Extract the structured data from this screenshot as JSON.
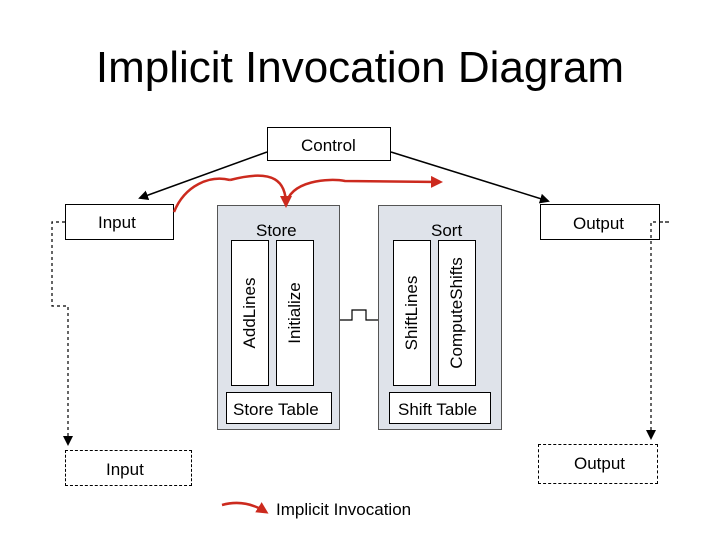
{
  "title": "Implicit Invocation Diagram",
  "control": {
    "label": "Control"
  },
  "input_top": {
    "label": "Input"
  },
  "output_top": {
    "label": "Output"
  },
  "store": {
    "label": "Store",
    "methods": [
      "AddLines",
      "Initialize"
    ],
    "table_label": "Store Table"
  },
  "sort": {
    "label": "Sort",
    "methods": [
      "ShiftLines",
      "ComputeShifts"
    ],
    "table_label": "Shift Table"
  },
  "input_bottom": {
    "label": "Input"
  },
  "output_bottom": {
    "label": "Output"
  },
  "legend": {
    "label": "Implicit Invocation",
    "color": "#cc2a1e"
  },
  "colors": {
    "module_fill": "#dfe3ea",
    "arrow_red": "#cc2a1e"
  }
}
